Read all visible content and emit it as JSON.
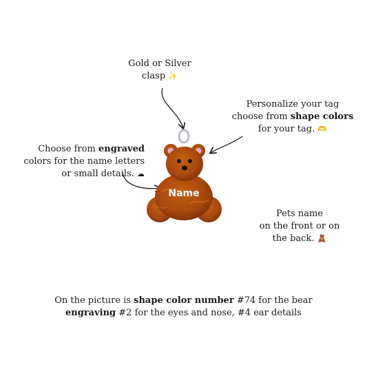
{
  "annotations": {
    "clasp": {
      "line1": "Gold or Silver",
      "line2": "clasp",
      "emoji": "✨"
    },
    "shape": {
      "line1": "Personalize your tag",
      "line2_pre": "choose from ",
      "line2_bold": "shape colors",
      "line3": "for your tag.",
      "emoji": "🫶"
    },
    "engrave": {
      "line1_pre": "Choose from ",
      "line1_bold": "engraved",
      "line2": "colors for the name letters",
      "line3": "or small details.",
      "emoji": "☁"
    },
    "pets": {
      "line1": "Pets name",
      "line2": "on the front or on",
      "line3": "the back.",
      "emoji": "🧸"
    }
  },
  "tag": {
    "name_text": "Name",
    "colors": {
      "body": "#a8480e",
      "body_dark": "#7a2f06",
      "ear_inner": "#e8a9c4",
      "eyes": "#1a0f0a",
      "ring": "#b9bec4"
    }
  },
  "caption": {
    "line1_pre": "On the picture is ",
    "line1_bold": "shape color number",
    "line1_post": " #74 for the bear",
    "line2_bold": "engraving",
    "line2_post": " #2 for the eyes and nose, #4 ear details"
  }
}
